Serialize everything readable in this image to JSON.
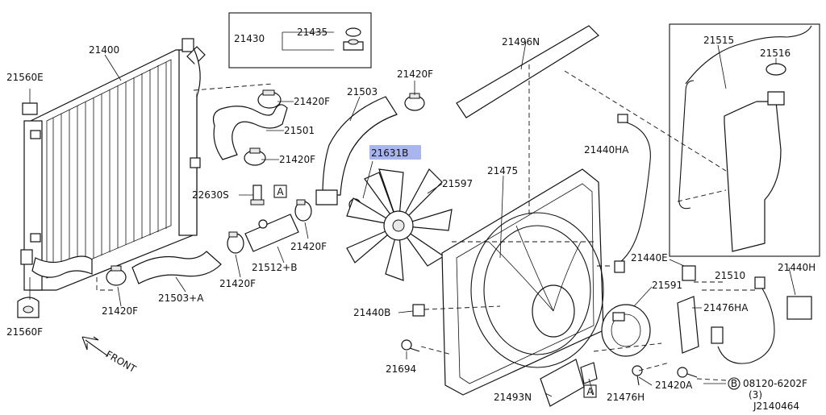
{
  "diagram_id": "J2140464",
  "front_label": "FRONT",
  "reference_marker": "A",
  "bolt_symbol": "B",
  "kit_box": {
    "number": "21430",
    "sub_number": "21435"
  },
  "bolt_callout": {
    "number": "08120-6202F",
    "quantity": "(3)"
  },
  "highlight_part": "21631B",
  "highlight_color": "#a9b6ee",
  "labels": {
    "p21400": "21400",
    "p21560e": "21560E",
    "p21560f": "21560F",
    "p21420f_a": "21420F",
    "p21420f_b": "21420F",
    "p21420f_c": "21420F",
    "p21420f_d": "21420F",
    "p21420f_e": "21420F",
    "p21420f_f": "21420F",
    "p21501": "21501",
    "p21503": "21503",
    "p21503a": "21503+A",
    "p22630s": "22630S",
    "p21512b": "21512+B",
    "p21496n": "21496N",
    "p21597": "21597",
    "p21475": "21475",
    "p21440ha": "21440HA",
    "p21515": "21515",
    "p21516": "21516",
    "p21510": "21510",
    "p21440e": "21440E",
    "p21440h": "21440H",
    "p21591": "21591",
    "p21476ha": "21476HA",
    "p21440b": "21440B",
    "p21694": "21694",
    "p21493n": "21493N",
    "p21476h": "21476H",
    "p21420a": "21420A"
  }
}
